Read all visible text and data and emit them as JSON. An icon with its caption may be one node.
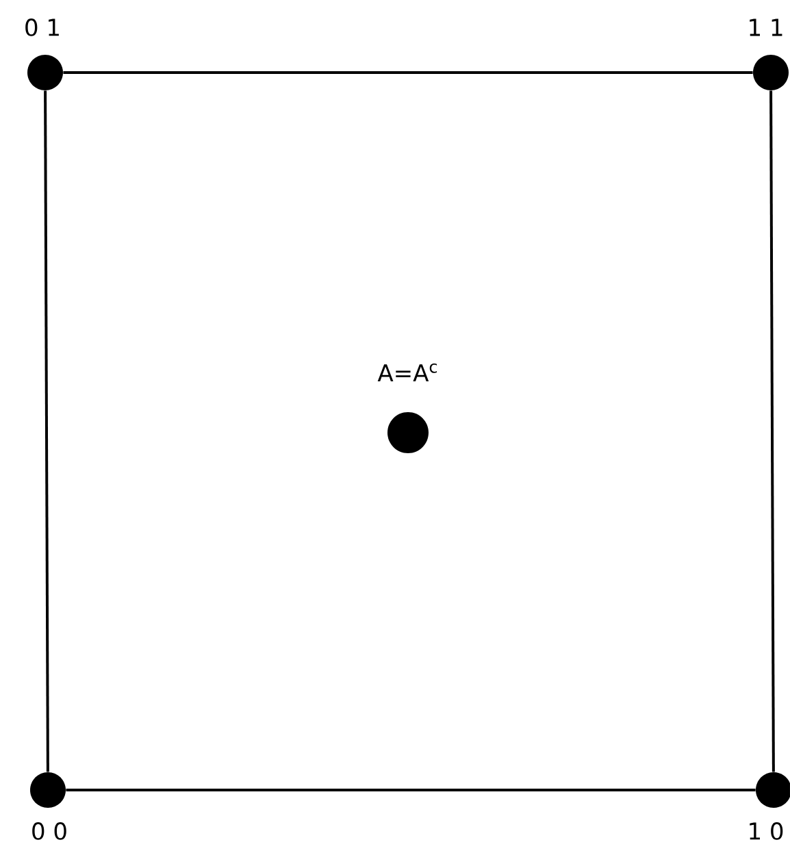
{
  "diagram": {
    "nodes": [
      {
        "text": [],
        "shape": "circle",
        "beside": [
          "0 1"
        ]
      },
      {
        "text": [],
        "shape": "circle",
        "beside": [
          "1 1"
        ]
      },
      {
        "text": [],
        "shape": "circle",
        "beside": [
          "A=A$^{c}$"
        ]
      },
      {
        "text": [],
        "shape": "circle",
        "beside": [
          "0 0"
        ]
      },
      {
        "text": [],
        "shape": "circle",
        "beside": [
          "1 0"
        ]
      }
    ],
    "edges": [
      {
        "from": 0,
        "to": 1,
        "arrow": "none"
      },
      {
        "from": 0,
        "to": 3,
        "arrow": "none"
      },
      {
        "from": 1,
        "to": 4,
        "arrow": "none"
      },
      {
        "from": 3,
        "to": 4,
        "arrow": "none"
      }
    ]
  }
}
